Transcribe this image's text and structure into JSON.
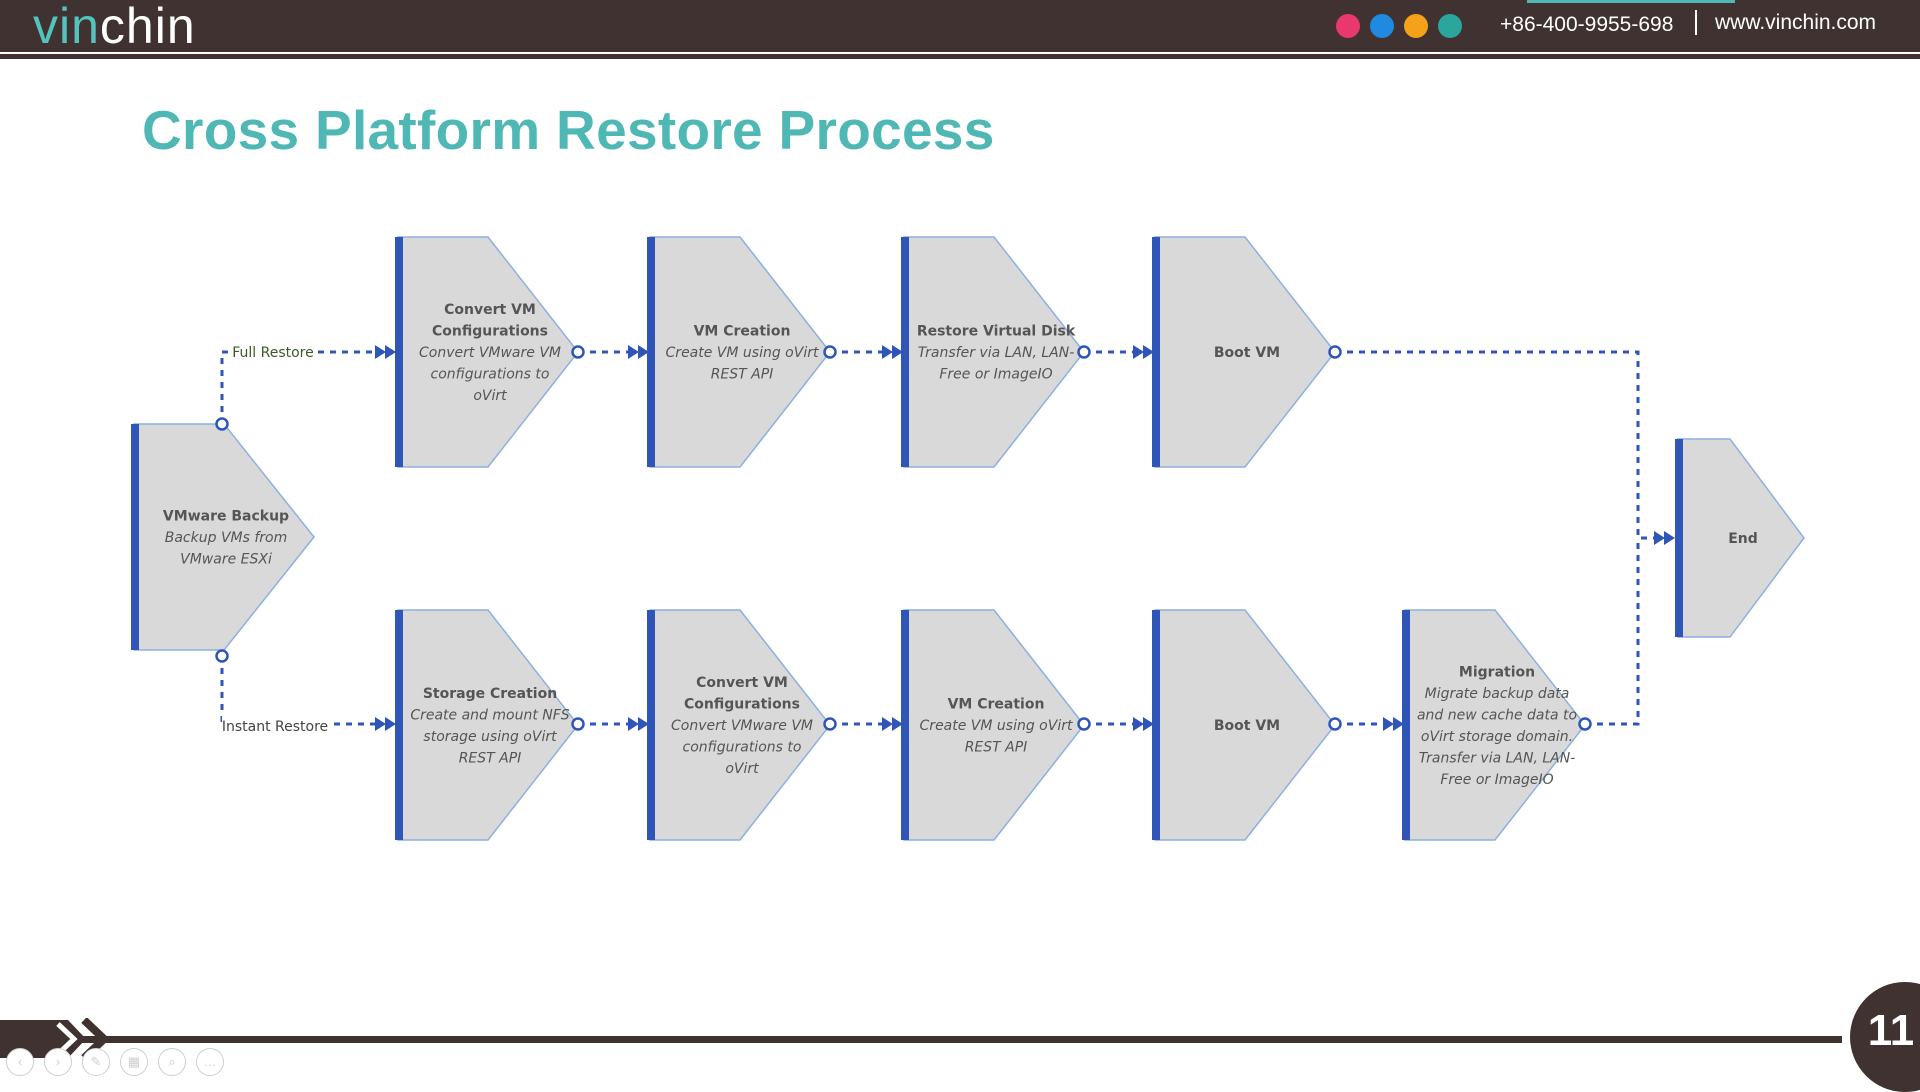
{
  "header": {
    "logo_part1": "vin",
    "logo_part2": "chin",
    "phone": "+86-400-9955-698",
    "separator": "|",
    "website": "www.vinchin.com",
    "dot_colors": [
      "#e8386d",
      "#1f8ae0",
      "#f5a21b",
      "#2ba69c"
    ]
  },
  "slide": {
    "title": "Cross Platform Restore Process",
    "page_number": "11"
  },
  "colors": {
    "accent": "#4fb8b4",
    "node_fill": "#d9d9d9",
    "node_bar": "#2f55b8",
    "connector": "#2f55b8",
    "dark": "#3f3230"
  },
  "diagram": {
    "start": {
      "title": "VMware Backup",
      "desc": [
        "Backup VMs from",
        "VMware ESXi"
      ]
    },
    "branches": {
      "full": "Full Restore",
      "instant": "Instant Restore"
    },
    "full_restore": [
      {
        "title": [
          "Convert VM",
          "Configurations"
        ],
        "desc": [
          "Convert VMware VM",
          "configurations to",
          "oVirt"
        ]
      },
      {
        "title": [
          "VM Creation"
        ],
        "desc": [
          "Create VM using oVirt",
          "REST API"
        ]
      },
      {
        "title": [
          "Restore Virtual Disk"
        ],
        "desc": [
          "Transfer via LAN, LAN-",
          "Free or ImageIO"
        ]
      },
      {
        "title": [
          "Boot VM"
        ],
        "desc": []
      }
    ],
    "instant_restore": [
      {
        "title": [
          "Storage Creation"
        ],
        "desc": [
          "Create and mount NFS",
          "storage using oVirt",
          "REST API"
        ]
      },
      {
        "title": [
          "Convert VM",
          "Configurations"
        ],
        "desc": [
          "Convert VMware VM",
          "configurations to",
          "oVirt"
        ]
      },
      {
        "title": [
          "VM Creation"
        ],
        "desc": [
          "Create VM using oVirt",
          "REST API"
        ]
      },
      {
        "title": [
          "Boot VM"
        ],
        "desc": []
      },
      {
        "title": [
          "Migration"
        ],
        "desc": [
          "Migrate backup data",
          "and new cache data to",
          "oVirt storage domain.",
          "Transfer via LAN, LAN-",
          "Free or ImageIO"
        ]
      }
    ],
    "end": {
      "title": "End"
    }
  },
  "navigation": {
    "buttons": [
      {
        "name": "prev-icon",
        "glyph": "‹"
      },
      {
        "name": "play-icon",
        "glyph": "›"
      },
      {
        "name": "pen-icon",
        "glyph": "✎"
      },
      {
        "name": "slides-icon",
        "glyph": "▦"
      },
      {
        "name": "zoom-icon",
        "glyph": "⌕"
      },
      {
        "name": "more-icon",
        "glyph": "…"
      }
    ]
  }
}
